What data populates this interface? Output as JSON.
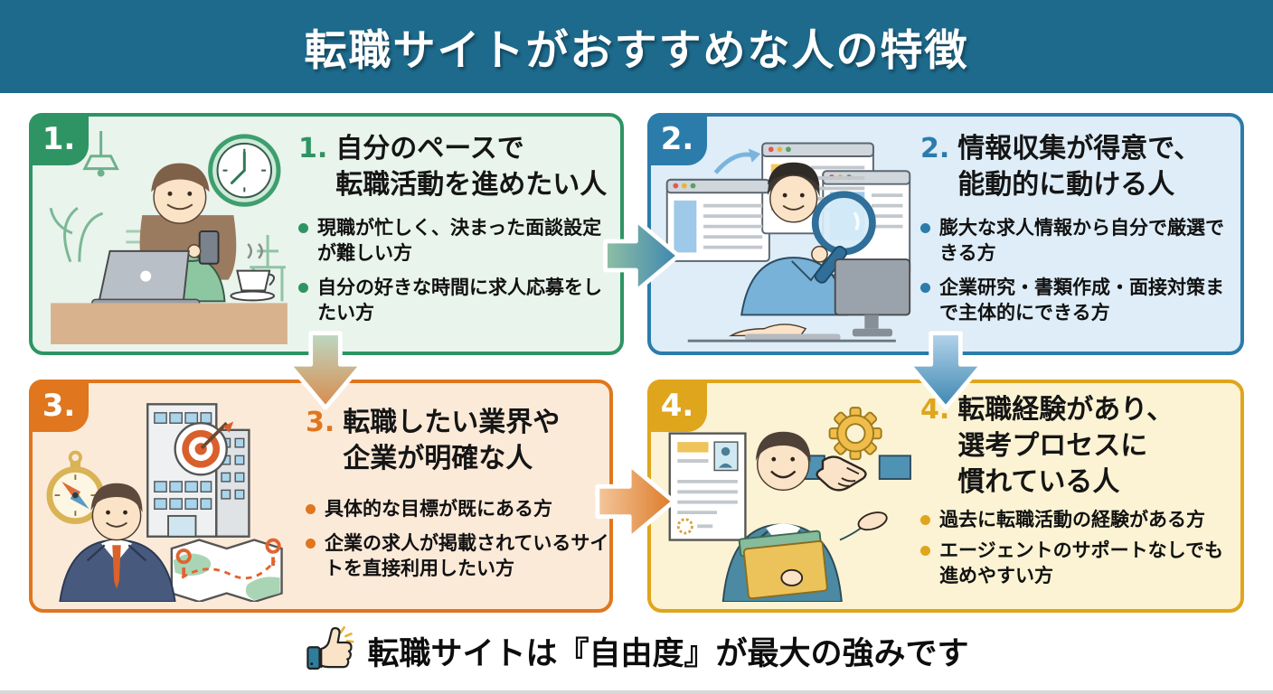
{
  "header": {
    "title": "転職サイトがおすすめな人の特徴"
  },
  "panels": [
    {
      "number": "1.",
      "title": "自分のペースで\n転職活動を進めたい人",
      "bullets": [
        "現職が忙しく、決まった面談設定が難しい方",
        "自分の好きな時間に求人応募をしたい方"
      ],
      "accent_color": "#2e9463",
      "bg_color": "#e9f4ec",
      "illustration": "woman-checking-phone-at-laptop-with-clock-illustration"
    },
    {
      "number": "2.",
      "title": "情報収集が得意で、\n能動的に動ける人",
      "bullets": [
        "膨大な求人情報から自分で厳選できる方",
        "企業研究・書類作成・面接対策まで主体的にできる方"
      ],
      "accent_color": "#2b7cab",
      "bg_color": "#deedf7",
      "illustration": "man-with-magnifier-browser-windows-illustration"
    },
    {
      "number": "3.",
      "title": "転職したい業界や\n企業が明確な人",
      "bullets": [
        "具体的な目標が既にある方",
        "企業の求人が掲載されているサイトを直接利用したい方"
      ],
      "accent_color": "#e0761e",
      "bg_color": "#fcead9",
      "illustration": "businessman-compass-target-building-map-illustration"
    },
    {
      "number": "4.",
      "title": "転職経験があり、\n選考プロセスに\n慣れている人",
      "bullets": [
        "過去に転職活動の経験がある方",
        "エージェントのサポートなしでも進めやすい方"
      ],
      "accent_color": "#dfa51c",
      "bg_color": "#fbf3d3",
      "illustration": "man-with-documents-handshake-gear-illustration"
    }
  ],
  "arrows": [
    {
      "name": "arrow-right-panel1-to-panel2",
      "from": "1",
      "to": "2"
    },
    {
      "name": "arrow-down-panel1-to-panel3",
      "from": "1",
      "to": "3"
    },
    {
      "name": "arrow-right-panel3-to-panel4",
      "from": "3",
      "to": "4"
    },
    {
      "name": "arrow-down-panel2-to-panel4",
      "from": "2",
      "to": "4"
    }
  ],
  "footer": {
    "icon": "thumbs-up-icon",
    "text": "転職サイトは『自由度』が最大の強みです"
  },
  "colors": {
    "header_bg": "#1d6a8c",
    "header_text": "#ffffff",
    "body_bg": "#ffffff"
  }
}
